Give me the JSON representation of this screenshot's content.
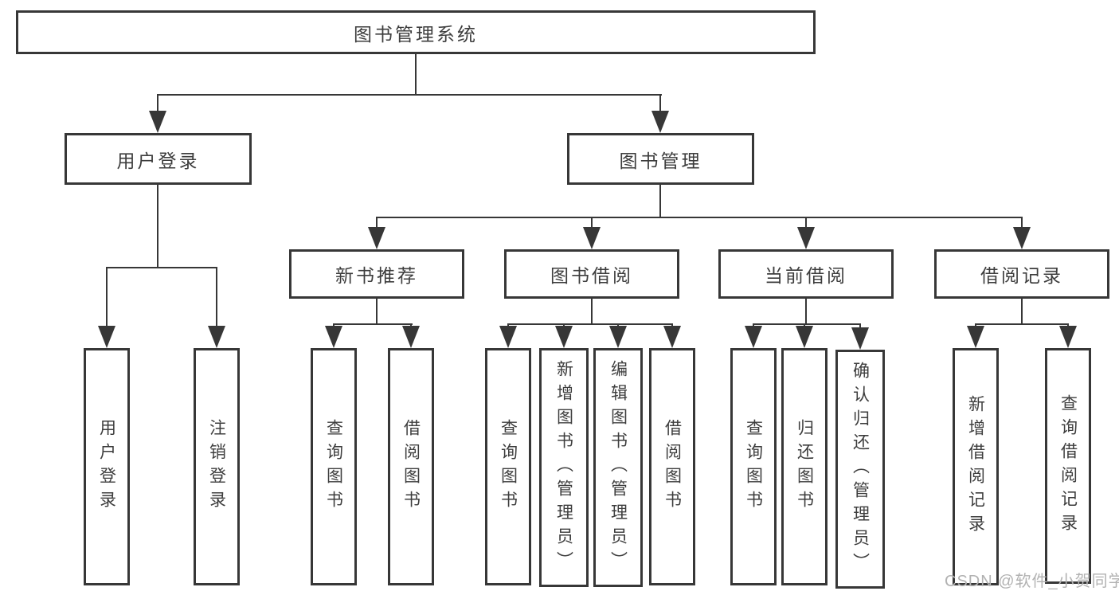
{
  "diagram_title": "图书管理系统",
  "colors": {
    "line": "#373737",
    "text": "#3d3d3d",
    "background": "#ffffff",
    "watermark": "#b2b2b2"
  },
  "nodes": {
    "root": "图书管理系统",
    "user_login": "用户登录",
    "book_mgmt": "图书管理",
    "new_book_rec": "新书推荐",
    "book_borrow": "图书借阅",
    "current_borrow": "当前借阅",
    "borrow_records": "借阅记录",
    "leaf_user_login": "用户登录",
    "leaf_logout": "注销登录",
    "leaf_query_book_a": "查询图书",
    "leaf_borrow_book_a": "借阅图书",
    "leaf_query_book_b": "查询图书",
    "leaf_add_book": "新增图书（管理员）",
    "leaf_edit_book": "编辑图书（管理员）",
    "leaf_borrow_book_b": "借阅图书",
    "leaf_query_book_c": "查询图书",
    "leaf_return_book": "归还图书",
    "leaf_confirm_return": "确认归还（管理员）",
    "leaf_add_record": "新增借阅记录",
    "leaf_query_record": "查询借阅记录"
  },
  "watermark": "CSDN @软件_小贺同学"
}
